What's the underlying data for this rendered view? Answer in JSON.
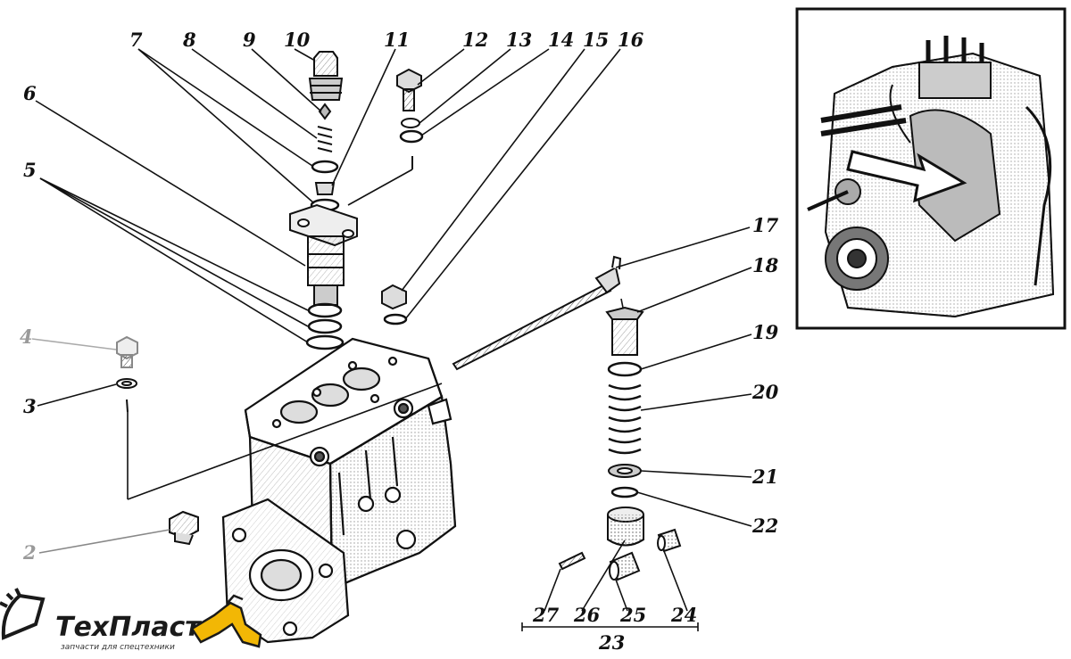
{
  "callouts": [
    {
      "id": "c2",
      "text": "2",
      "faded": true
    },
    {
      "id": "c3",
      "text": "3"
    },
    {
      "id": "c4",
      "text": "4",
      "faded": true
    },
    {
      "id": "c5",
      "text": "5"
    },
    {
      "id": "c6",
      "text": "6"
    },
    {
      "id": "c7",
      "text": "7"
    },
    {
      "id": "c8",
      "text": "8"
    },
    {
      "id": "c9",
      "text": "9"
    },
    {
      "id": "c10",
      "text": "10"
    },
    {
      "id": "c11",
      "text": "11"
    },
    {
      "id": "c12",
      "text": "12"
    },
    {
      "id": "c13",
      "text": "13"
    },
    {
      "id": "c14",
      "text": "14"
    },
    {
      "id": "c15",
      "text": "15"
    },
    {
      "id": "c16",
      "text": "16"
    },
    {
      "id": "c17",
      "text": "17"
    },
    {
      "id": "c18",
      "text": "18"
    },
    {
      "id": "c19",
      "text": "19"
    },
    {
      "id": "c20",
      "text": "20"
    },
    {
      "id": "c21",
      "text": "21"
    },
    {
      "id": "c22",
      "text": "22"
    },
    {
      "id": "c23",
      "text": "23"
    },
    {
      "id": "c24",
      "text": "24"
    },
    {
      "id": "c25",
      "text": "25"
    },
    {
      "id": "c26",
      "text": "26"
    },
    {
      "id": "c27",
      "text": "27"
    }
  ],
  "logo": {
    "title": "ТехПласт",
    "subtitle": "запчасти для спецтехники",
    "accent_color": "#f2b705"
  },
  "colors": {
    "ink": "#111111",
    "faded_ink": "#9a9a9a",
    "background": "#ffffff"
  }
}
